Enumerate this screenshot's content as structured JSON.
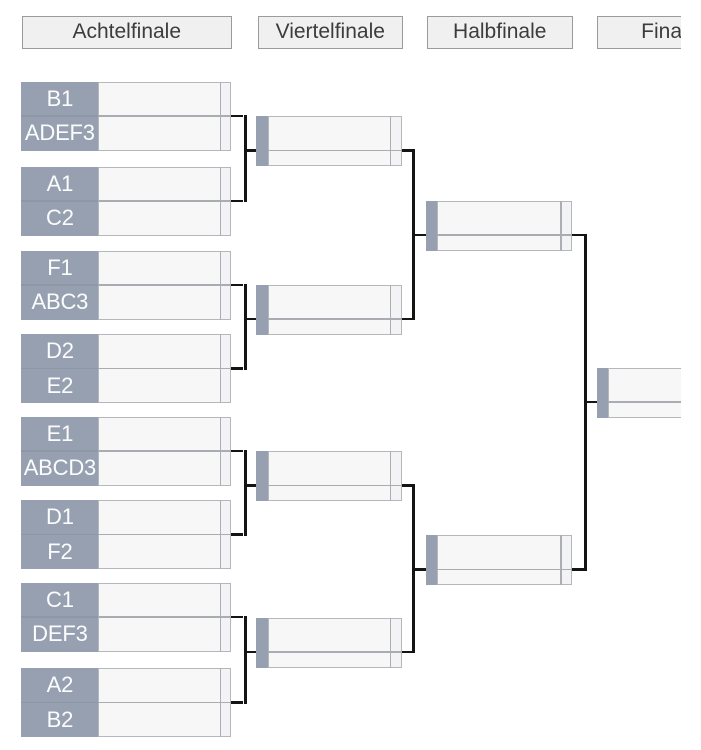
{
  "page": "tournament-knockout-bracket",
  "headers": [
    {
      "label": "Achtelfinale"
    },
    {
      "label": "Viertelfinale"
    },
    {
      "label": "Halbfinale"
    },
    {
      "label": "Finale"
    }
  ],
  "bracket": {
    "round_of_16": [
      {
        "home": "B1",
        "away": "ADEF3"
      },
      {
        "home": "A1",
        "away": "C2"
      },
      {
        "home": "F1",
        "away": "ABC3"
      },
      {
        "home": "D2",
        "away": "E2"
      },
      {
        "home": "E1",
        "away": "ABCD3"
      },
      {
        "home": "D1",
        "away": "F2"
      },
      {
        "home": "C1",
        "away": "DEF3"
      },
      {
        "home": "A2",
        "away": "B2"
      }
    ],
    "quarterfinals": [
      {},
      {},
      {},
      {}
    ],
    "semifinals": [
      {},
      {}
    ],
    "final": [
      {}
    ]
  },
  "colors": {
    "team_label": "#97a0b0",
    "cell_background": "#f7f7f7",
    "header_background": "#f0f0f0",
    "connector": "#141414"
  }
}
